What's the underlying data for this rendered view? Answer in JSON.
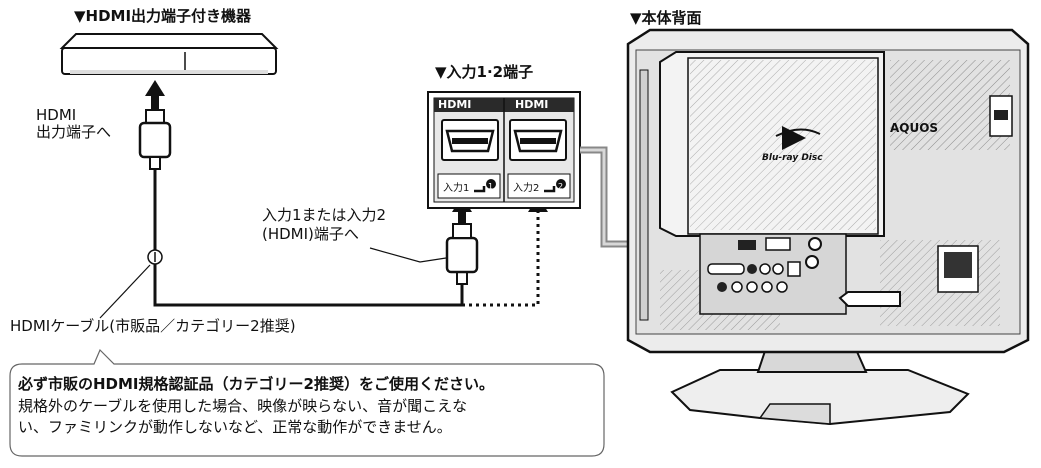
{
  "labels": {
    "device_title": "▼HDMI出力端子付き機器",
    "back_title": "▼本体背面",
    "ports_title": "▼入力1·2端子",
    "hdmi_out_line1": "HDMI",
    "hdmi_out_line2": "出力端子へ",
    "to_input_line1": "入力1または入力2",
    "to_input_line2": "(HDMI)端子へ",
    "cable_label": "HDMIケーブル(市販品／カテゴリー2推奨)",
    "callout_number": "①",
    "port_word_1": "HDMI",
    "port_word_2": "HDMI",
    "port_input1": "入力1",
    "port_input2": "入力2",
    "port_num1": "1",
    "port_num2": "2",
    "brand": "AQUOS",
    "bluray_logo": "Blu-ray Disc"
  },
  "note": {
    "headline": "必ず市販のHDMI規格認証品（カテゴリー2推奨）をご使用ください。",
    "line1": "規格外のケーブルを使用した場合、映像が映らない、音が聞こえな",
    "line2": "い、ファミリンクが動作しないなど、正常な動作ができません。"
  },
  "colors": {
    "line": "#111111",
    "panel": "#e6e6e6",
    "panel_dark": "#bdbdbd",
    "port_bg": "#f2f2f2"
  }
}
